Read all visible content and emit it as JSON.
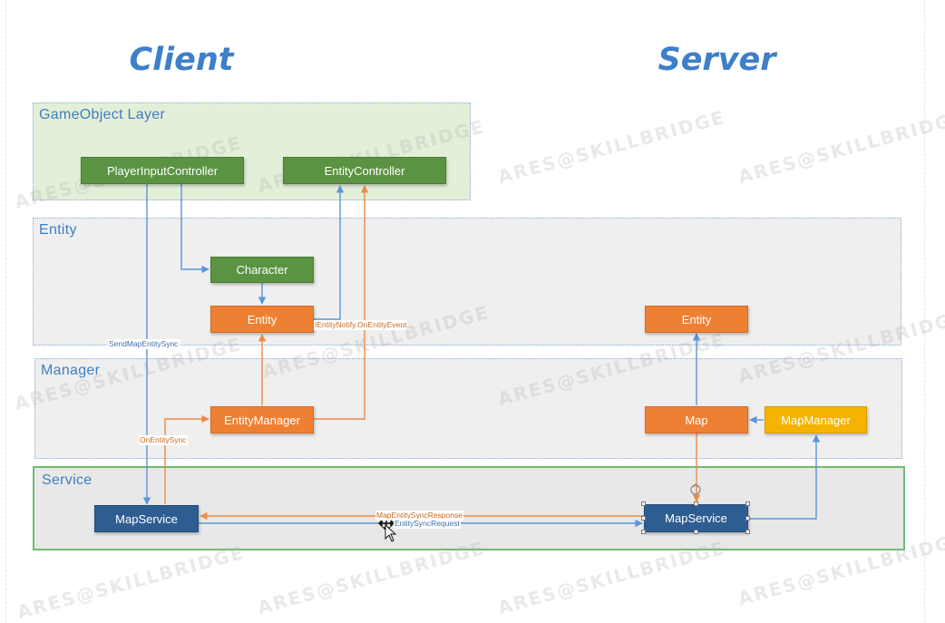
{
  "headings": {
    "client": "Client",
    "server": "Server"
  },
  "layers": {
    "gameobject": "GameObject Layer",
    "entity": "Entity",
    "manager": "Manager",
    "service": "Service"
  },
  "client": {
    "player_input_controller": "PlayerInputController",
    "entity_controller": "EntityController",
    "character": "Character",
    "entity": "Entity",
    "entity_manager": "EntityManager",
    "map_service": "MapService"
  },
  "server": {
    "entity": "Entity",
    "map": "Map",
    "map_manager": "MapManager",
    "map_service": "MapService"
  },
  "edges": {
    "send_map_entity_sync": "SendMapEntitySync",
    "entity_notify": "IEntityNotify.OnEntityEvent",
    "on_entity_sync": "OnEntitySync",
    "map_entity_sync_response": "MapEntitySyncResponse",
    "entity_sync_request": "EntitySyncRequest"
  },
  "watermark": "ARES@SKILLBRIDGE",
  "colors": {
    "green": "#5a9341",
    "orange": "#ee8033",
    "yellow": "#f5b301",
    "blue": "#2e5d92",
    "heading": "#3d7fc8",
    "wire_blue": "#5b95d6",
    "wire_orange": "#ef8a44"
  }
}
